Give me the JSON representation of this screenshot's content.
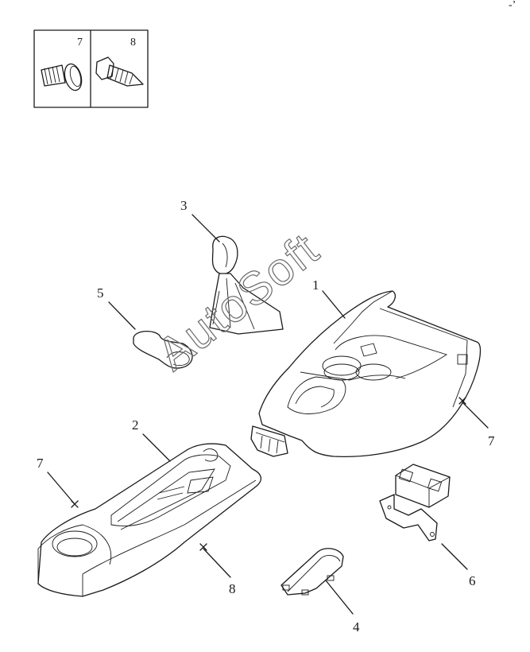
{
  "inset": {
    "label_left": "7",
    "label_right": "8"
  },
  "callouts": {
    "c1": "1",
    "c2": "2",
    "c3": "3",
    "c4": "4",
    "c5": "5",
    "c6": "6",
    "c7a": "7",
    "c7b": "7",
    "c8": "8"
  },
  "watermark": "AutoSoft",
  "corner_mark": "‐’"
}
